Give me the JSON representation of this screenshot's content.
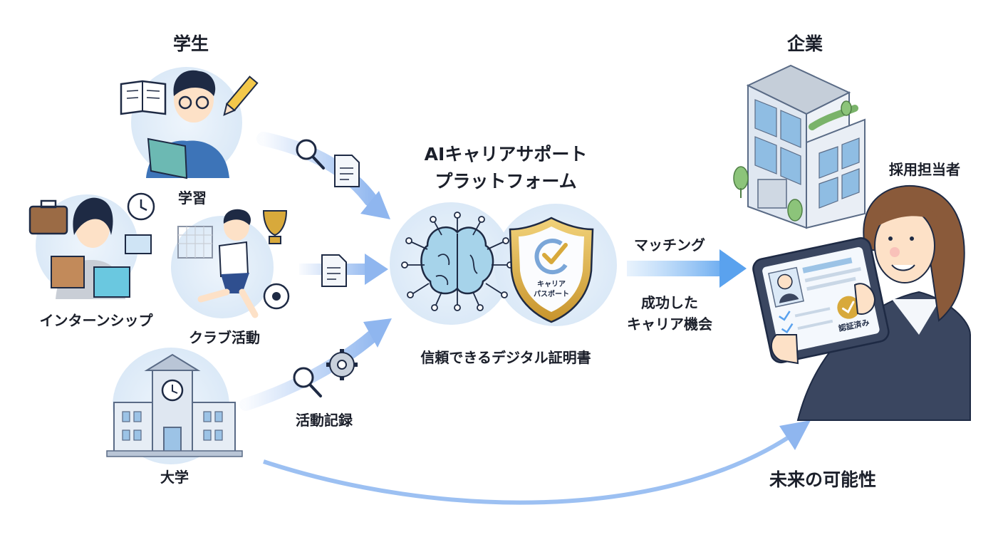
{
  "students": {
    "title": "学生",
    "study": "学習",
    "internship": "インターンシップ",
    "club": "クラブ活動",
    "university": "大学",
    "activity_record": "活動記録"
  },
  "platform": {
    "title_line1": "AIキャリアサポート",
    "title_line2": "プラットフォーム",
    "shield_line1": "キャリア",
    "shield_line2": "パスポート",
    "certificate": "信頼できるデジタル証明書"
  },
  "flow": {
    "matching": "マッチング",
    "success_line1": "成功した",
    "success_line2": "キャリア機会",
    "future": "未来の可能性"
  },
  "company": {
    "title": "企業",
    "recruiter": "採用担当者",
    "verified": "認証済み"
  },
  "colors": {
    "arrow": "#8fb6ef",
    "bubble": "#e3eff9",
    "navy": "#1e2a44",
    "gold": "#d8a93b"
  }
}
